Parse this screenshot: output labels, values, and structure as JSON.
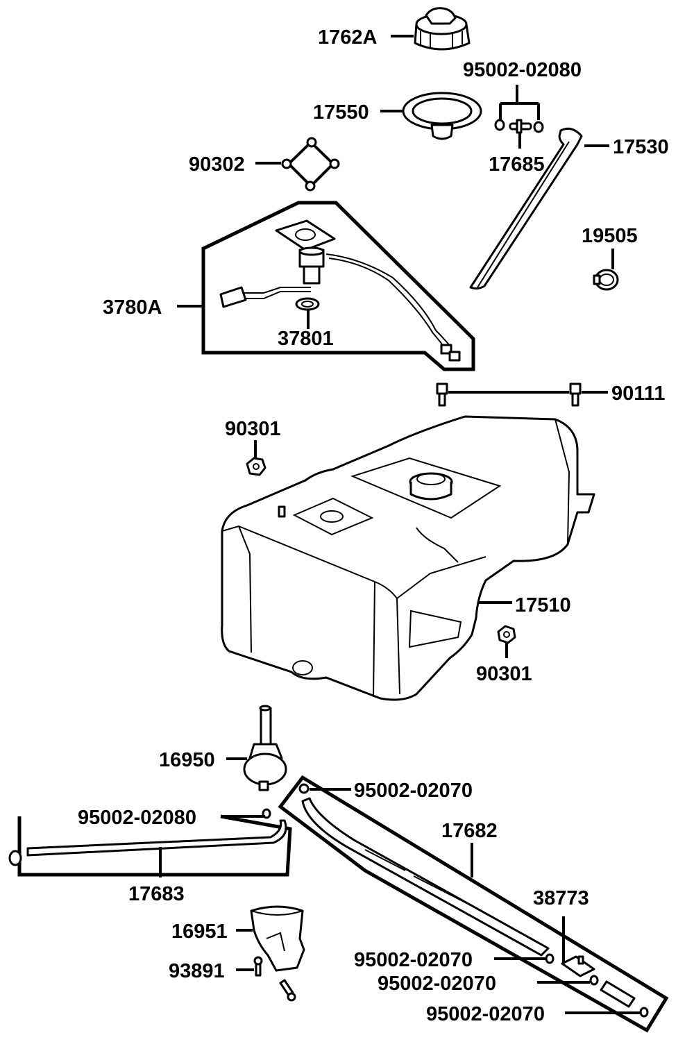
{
  "labels": {
    "cap": "1762A",
    "clamp_top_pair": "95002-02080",
    "gasket": "17550",
    "connector": "17685",
    "vent_hose": "17530",
    "screws": "90302",
    "clip": "19505",
    "sender_unit": "3780A",
    "sender_gasket": "37801",
    "bolt": "90111",
    "nut_top": "90301",
    "tank": "17510",
    "nut_side": "90301",
    "valve": "16950",
    "clamp_valve": "95002-02070",
    "clamp_left": "95002-02080",
    "hose_long": "17682",
    "hose_left": "17683",
    "bracket": "16951",
    "tube": "38773",
    "screw_small": "93891",
    "clamp_a": "95002-02070",
    "clamp_b": "95002-02070",
    "clamp_c": "95002-02070"
  }
}
